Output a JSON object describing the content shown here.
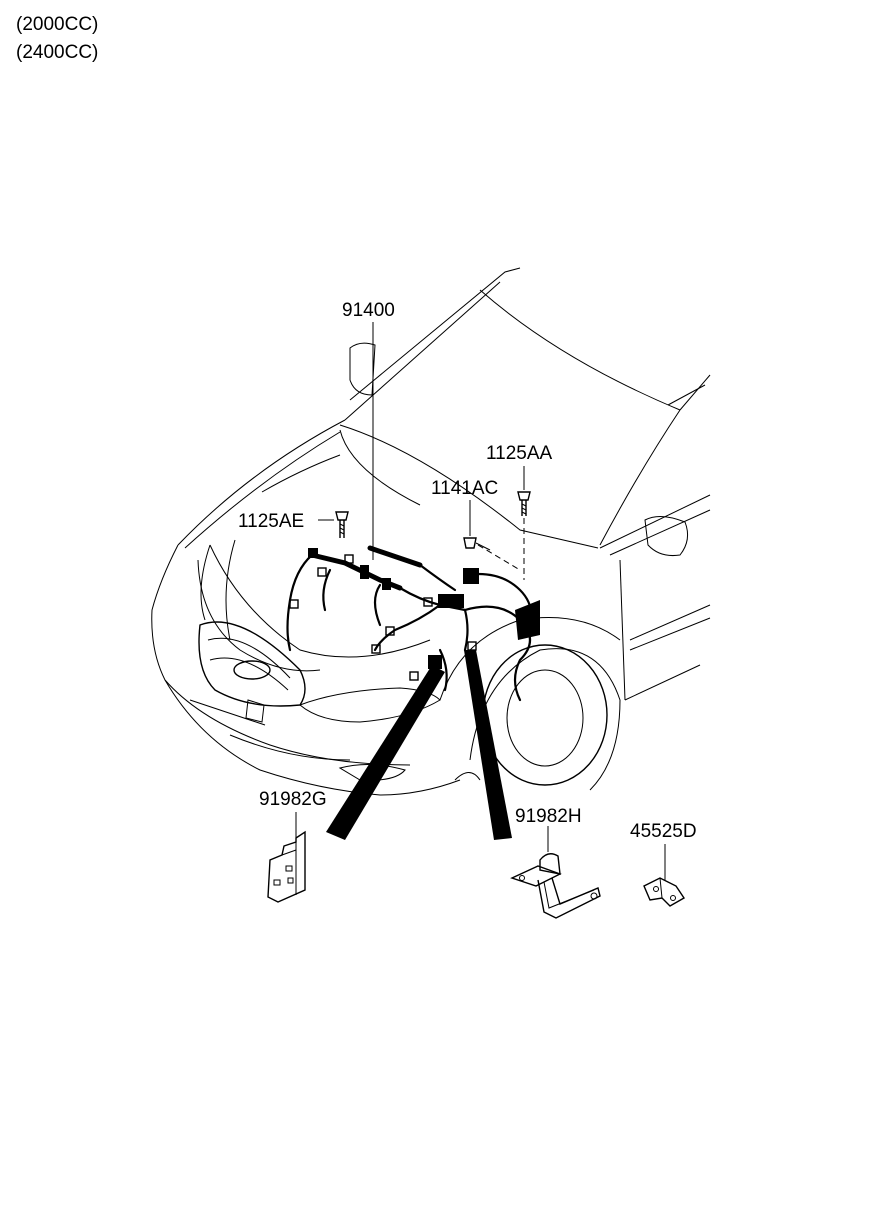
{
  "header": {
    "variant_1": "(2000CC)",
    "variant_2": "(2400CC)"
  },
  "callouts": {
    "harness": "91400",
    "bolt_left": "1125AE",
    "bolt_center": "1141AC",
    "bolt_right": "1125AA",
    "bracket_g": "91982G",
    "bracket_h": "91982H",
    "clip": "45525D"
  }
}
